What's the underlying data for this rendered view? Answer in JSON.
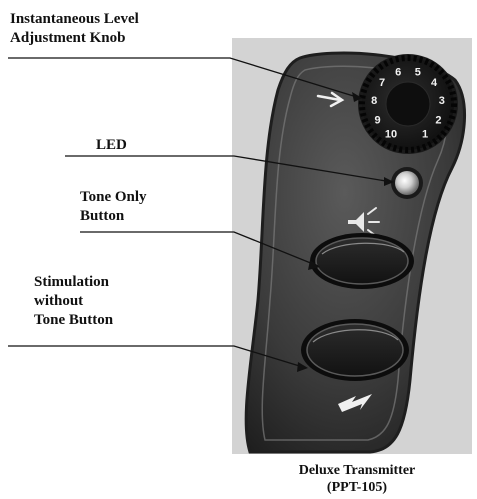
{
  "labels": {
    "knob": [
      "Instantaneous Level",
      "Adjustment Knob"
    ],
    "led": [
      "LED"
    ],
    "tone_button": [
      "Tone Only",
      "Button"
    ],
    "stim_button": [
      "Stimulation",
      "without",
      "Tone Button"
    ]
  },
  "knob_dial": {
    "numbers": [
      "10",
      "9",
      "8",
      "7",
      "6",
      "5",
      "4",
      "3",
      "2",
      "1"
    ]
  },
  "caption": {
    "title": "Deluxe Transmitter",
    "model": "(PPT-105)"
  },
  "colors": {
    "photo_bg": "#d8d8d8",
    "body_dark": "#3a3a3a",
    "body_edge": "#1e1e1e",
    "highlight": "#f0f0f0",
    "text": "#111111"
  },
  "icons": [
    "speaker-icon",
    "lightning-icon",
    "arrow-icon"
  ]
}
